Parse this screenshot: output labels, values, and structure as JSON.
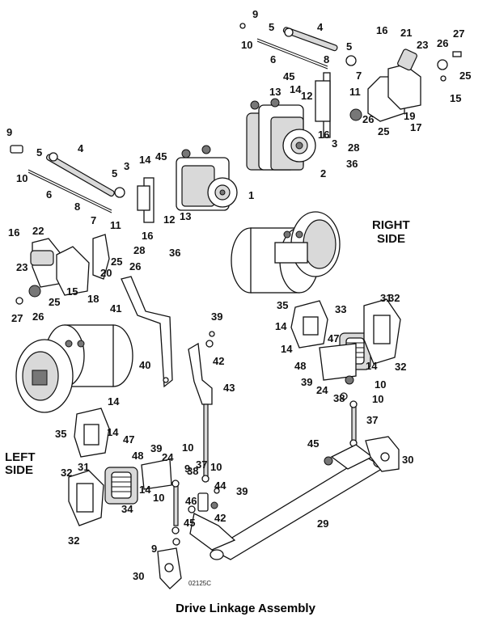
{
  "caption": "Drive Linkage Assembly",
  "side_labels": {
    "right": [
      "RIGHT",
      "SIDE"
    ],
    "left": [
      "LEFT",
      "SIDE"
    ]
  },
  "drawing_code": "02125C",
  "callouts": [
    "9",
    "10",
    "5",
    "4",
    "6",
    "8",
    "5",
    "7",
    "16",
    "21",
    "23",
    "26",
    "27",
    "25",
    "15",
    "45",
    "14",
    "12",
    "11",
    "13",
    "16",
    "3",
    "28",
    "36",
    "2",
    "26",
    "25",
    "19",
    "17",
    "9",
    "5",
    "4",
    "10",
    "6",
    "3",
    "14",
    "45",
    "5",
    "1",
    "8",
    "7",
    "12",
    "13",
    "11",
    "16",
    "36",
    "28",
    "26",
    "16",
    "22",
    "23",
    "15",
    "20",
    "25",
    "18",
    "25",
    "27",
    "26",
    "41",
    "40",
    "39",
    "42",
    "43",
    "35",
    "14",
    "14",
    "33",
    "31",
    "32",
    "47",
    "48",
    "39",
    "14",
    "24",
    "38",
    "10",
    "10",
    "37",
    "32",
    "14",
    "14",
    "35",
    "47",
    "48",
    "39",
    "24",
    "38",
    "10",
    "10",
    "37",
    "46",
    "14",
    "30",
    "44",
    "39",
    "42",
    "45",
    "10",
    "9",
    "29",
    "34",
    "31",
    "32",
    "32",
    "45",
    "9",
    "30"
  ],
  "colors": {
    "ink": "#111111",
    "fill_light": "#d9d9d9",
    "fill_dark": "#777777"
  }
}
